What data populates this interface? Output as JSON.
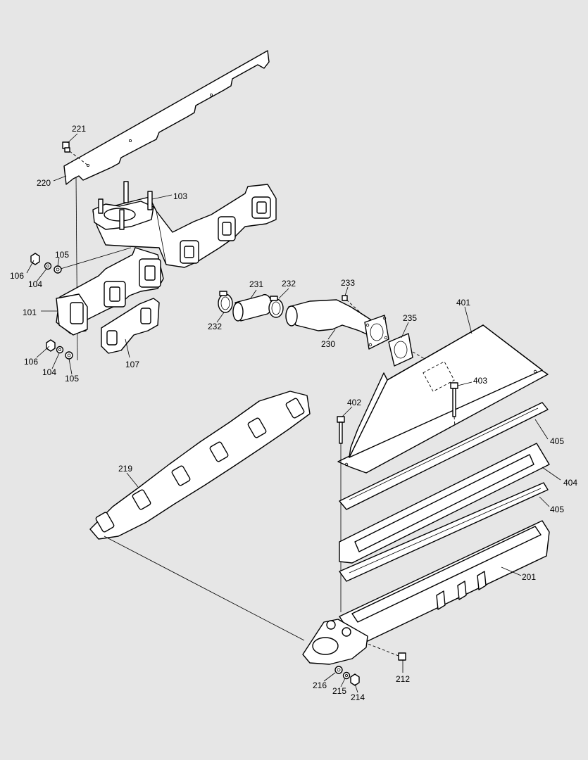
{
  "labels": {
    "p221": "221",
    "p220": "220",
    "p103": "103",
    "p106a": "106",
    "p105a": "105",
    "p104a": "104",
    "p101": "101",
    "p106b": "106",
    "p104b": "104",
    "p105b": "105",
    "p107": "107",
    "p231": "231",
    "p232a": "232",
    "p232b": "232",
    "p233": "233",
    "p230": "230",
    "p235": "235",
    "p401": "401",
    "p403": "403",
    "p402": "402",
    "p405a": "405",
    "p404": "404",
    "p405b": "405",
    "p219": "219",
    "p201": "201",
    "p212": "212",
    "p216": "216",
    "p215": "215",
    "p214": "214"
  },
  "colors": {
    "background": "#e6e6e6",
    "line": "#000000",
    "part_fill": "#ffffff"
  }
}
